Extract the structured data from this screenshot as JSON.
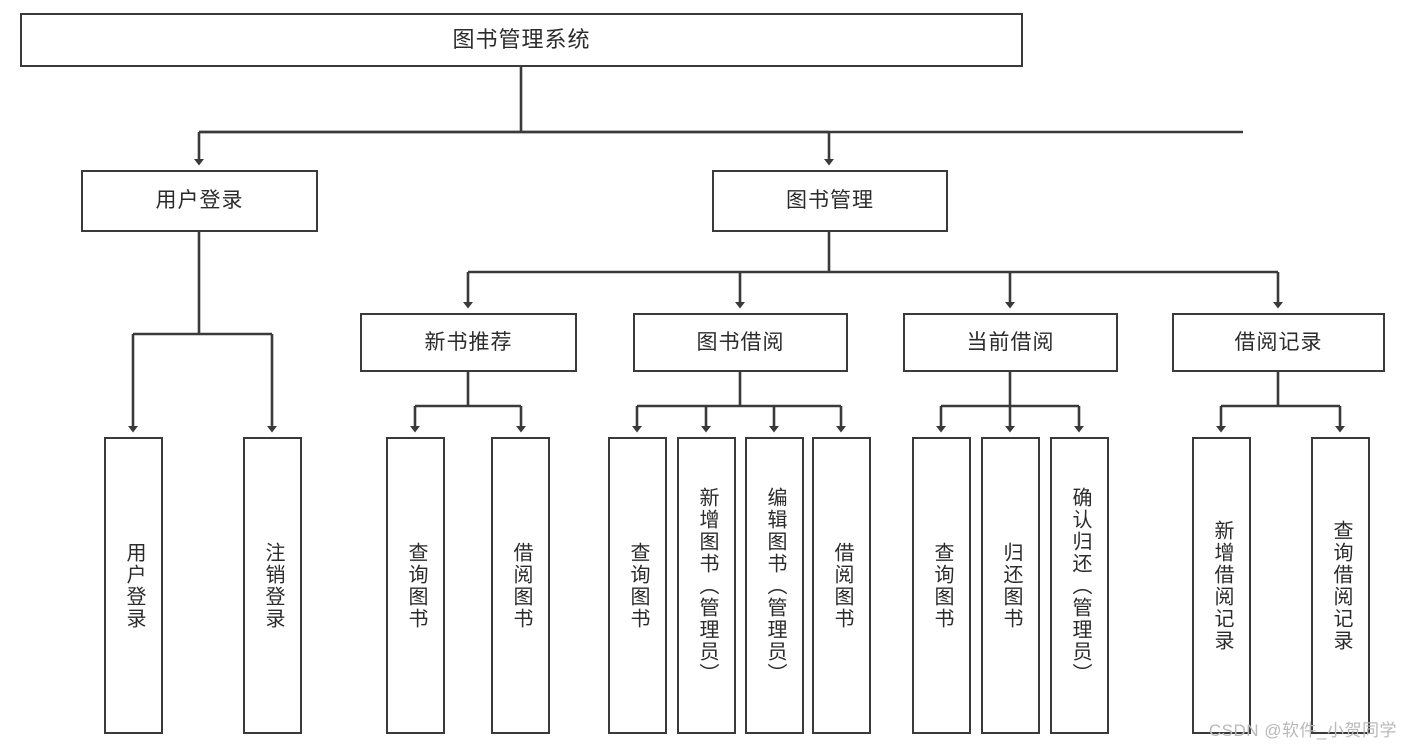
{
  "diagram": {
    "type": "tree-hierarchy-chart",
    "title": "图书管理系统",
    "stroke_color": "#3a3a3a",
    "text_color": "#2b2b2b",
    "background": "#ffffff",
    "root": {
      "label": "图书管理系统"
    },
    "level2": [
      {
        "label": "用户登录"
      },
      {
        "label": "图书管理"
      }
    ],
    "level3": [
      {
        "label": "新书推荐"
      },
      {
        "label": "图书借阅"
      },
      {
        "label": "当前借阅"
      },
      {
        "label": "借阅记录"
      }
    ],
    "leaves": {
      "user_login": [
        {
          "label": "用户登录"
        },
        {
          "label": "注销登录"
        }
      ],
      "new_book_recommend": [
        {
          "label": "查询图书"
        },
        {
          "label": "借阅图书"
        }
      ],
      "book_borrow": [
        {
          "label": "查询图书"
        },
        {
          "label": "新增图书（管理员）"
        },
        {
          "label": "编辑图书（管理员）"
        },
        {
          "label": "借阅图书"
        }
      ],
      "current_borrow": [
        {
          "label": "查询图书"
        },
        {
          "label": "归还图书"
        },
        {
          "label": "确认归还（管理员）"
        }
      ],
      "borrow_record": [
        {
          "label": "新增借阅记录"
        },
        {
          "label": "查询借阅记录"
        }
      ]
    },
    "watermark": "CSDN @软件_小贺同学"
  }
}
